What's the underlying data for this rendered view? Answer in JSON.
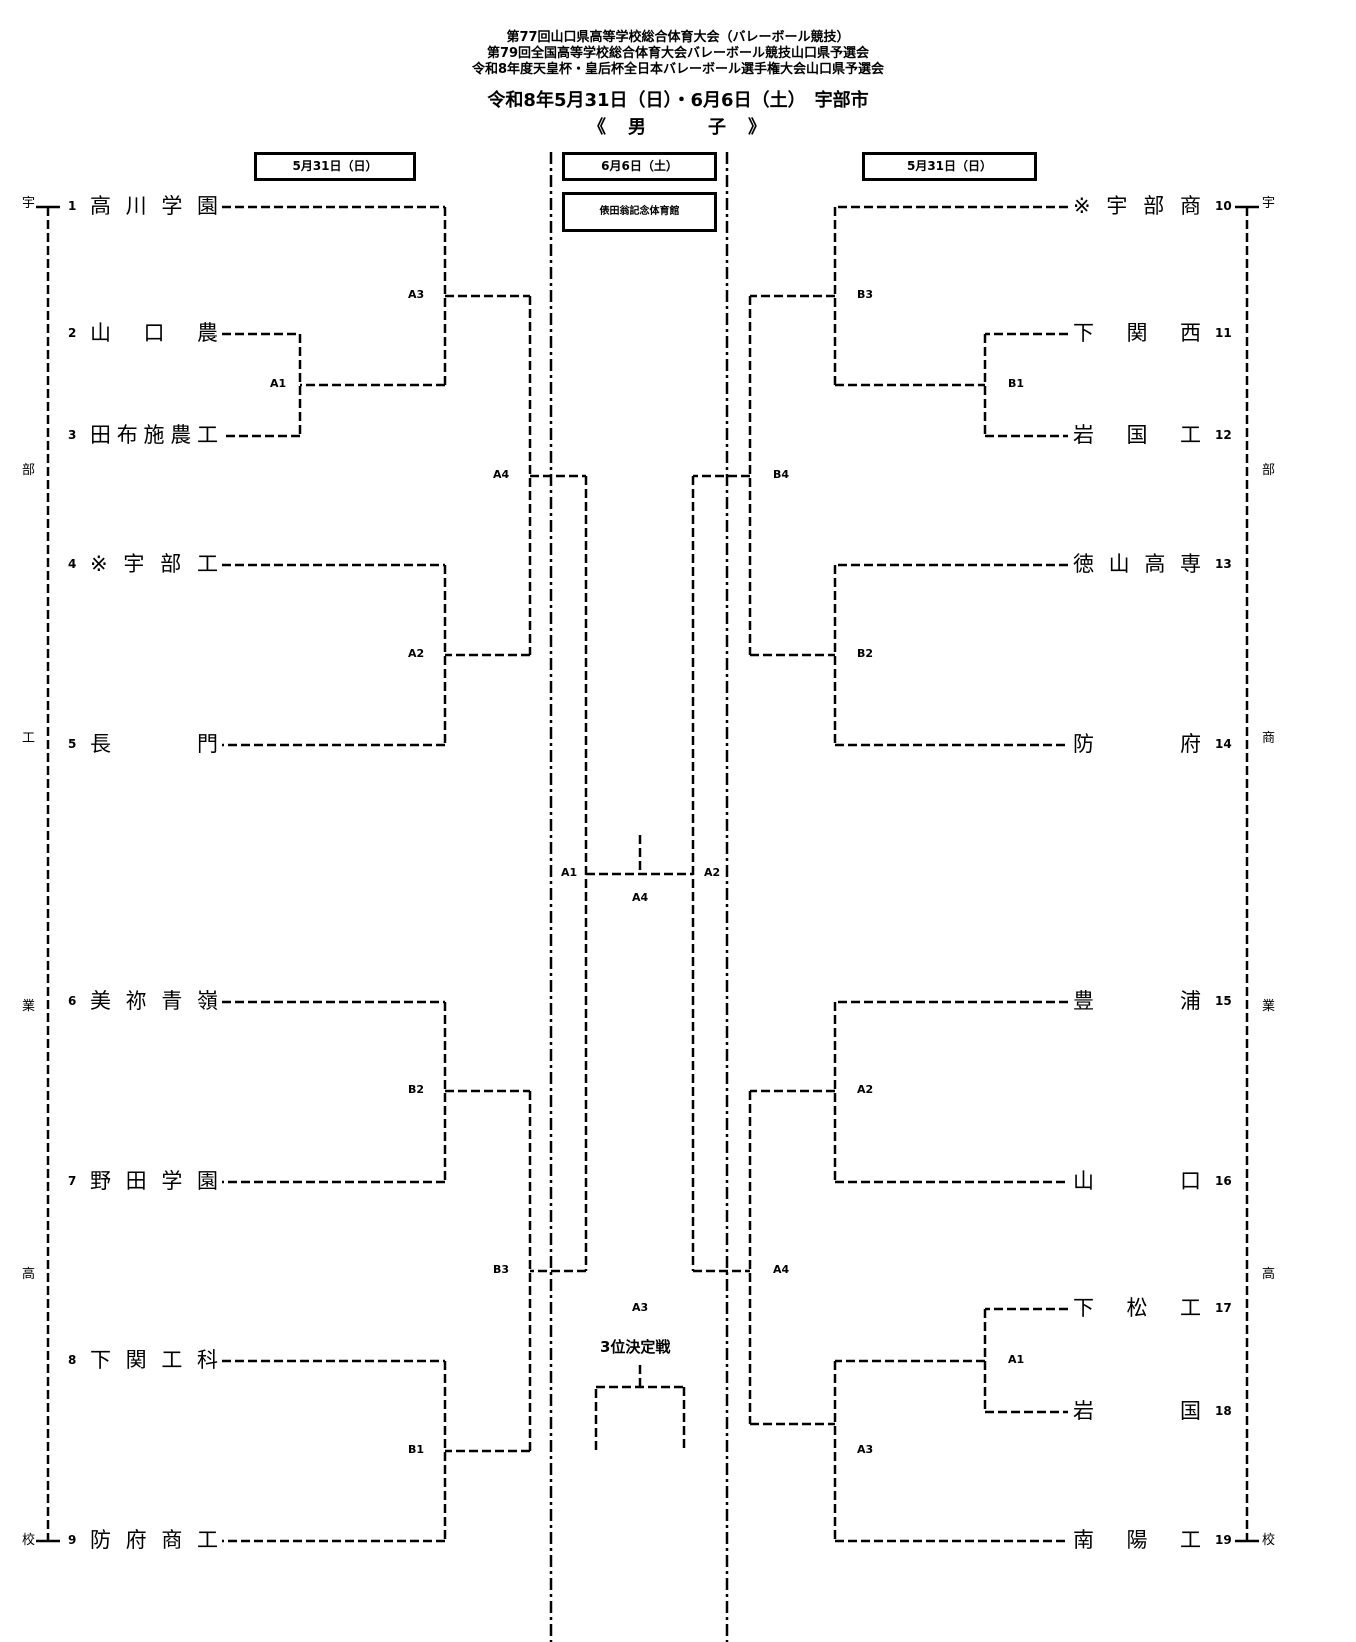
{
  "header": {
    "line1": "第77回山口県高等学校総合体育大会（バレーボール競技）",
    "line2": "第79回全国高等学校総合体育大会バレーボール競技山口県予選会",
    "line3": "令和8年度天皇杯・皇后杯全日本バレーボール選手権大会山口県予選会",
    "dates_venue": "令和8年5月31日（日）・6月6日（土）　宇部市",
    "division": "《　男　　　子　》"
  },
  "date_boxes": {
    "left": "5月31日（日）",
    "center": "6月6日（土）",
    "right": "5月31日（日）",
    "venue": "俵田翁記念体育館"
  },
  "host_label": {
    "left": [
      "宇",
      "部",
      "工",
      "業",
      "高",
      "校"
    ],
    "right": [
      "宇",
      "部",
      "商",
      "業",
      "高",
      "校"
    ]
  },
  "teams_left": [
    {
      "seed": "1",
      "name": [
        "高",
        "川",
        "学",
        "園"
      ]
    },
    {
      "seed": "2",
      "name": [
        "山",
        "口",
        "農"
      ]
    },
    {
      "seed": "3",
      "name": [
        "田",
        "布",
        "施",
        "農",
        "工"
      ]
    },
    {
      "seed": "4",
      "name": [
        "※",
        "宇",
        "部",
        "工"
      ]
    },
    {
      "seed": "5",
      "name": [
        "長",
        "門"
      ]
    },
    {
      "seed": "6",
      "name": [
        "美",
        "祢",
        "青",
        "嶺"
      ]
    },
    {
      "seed": "7",
      "name": [
        "野",
        "田",
        "学",
        "園"
      ]
    },
    {
      "seed": "8",
      "name": [
        "下",
        "関",
        "工",
        "科"
      ]
    },
    {
      "seed": "9",
      "name": [
        "防",
        "府",
        "商",
        "工"
      ]
    }
  ],
  "teams_right": [
    {
      "seed": "10",
      "name": [
        "※",
        "宇",
        "部",
        "商"
      ]
    },
    {
      "seed": "11",
      "name": [
        "下",
        "関",
        "西"
      ]
    },
    {
      "seed": "12",
      "name": [
        "岩",
        "国",
        "工"
      ]
    },
    {
      "seed": "13",
      "name": [
        "徳",
        "山",
        "高",
        "専"
      ]
    },
    {
      "seed": "14",
      "name": [
        "防",
        "府"
      ]
    },
    {
      "seed": "15",
      "name": [
        "豊",
        "浦"
      ]
    },
    {
      "seed": "16",
      "name": [
        "山",
        "口"
      ]
    },
    {
      "seed": "17",
      "name": [
        "下",
        "松",
        "工"
      ]
    },
    {
      "seed": "18",
      "name": [
        "岩",
        "国"
      ]
    },
    {
      "seed": "19",
      "name": [
        "南",
        "陽",
        "工"
      ]
    }
  ],
  "match_labels": {
    "left_top": {
      "a1": "A1",
      "a3": "A3",
      "a2": "A2",
      "a4": "A4"
    },
    "left_bottom": {
      "b2": "B2",
      "b1": "B1",
      "b3": "B3"
    },
    "right_top": {
      "b3": "B3",
      "b1": "B1",
      "b4": "B4",
      "b2": "B2"
    },
    "right_bottom": {
      "a2": "A2",
      "a1": "A1",
      "a3": "A3",
      "a4": "A4"
    },
    "center": {
      "semi_left": "A1",
      "semi_right": "A2",
      "final": "A4",
      "third_match": "A3"
    }
  },
  "third_place_label": "3位決定戦"
}
